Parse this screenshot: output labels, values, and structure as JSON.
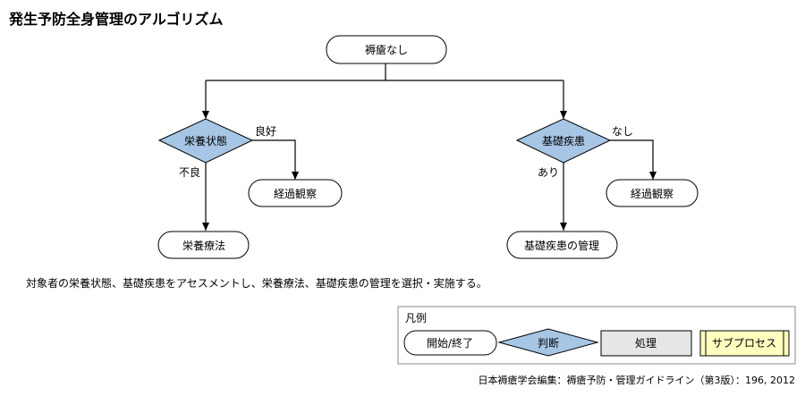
{
  "title": "発生予防全身管理のアルゴリズム",
  "nodes": {
    "start": "褥瘡なし",
    "nutrition": "栄養状態",
    "disease": "基礎疾患",
    "observe_1": "経過観察",
    "observe_2": "経過観察",
    "nutrition_therapy": "栄養療法",
    "disease_management": "基礎疾患の管理"
  },
  "edges": {
    "good": "良好",
    "poor": "不良",
    "none": "なし",
    "present": "あり"
  },
  "description": "対象者の栄養状態、基礎疾患をアセスメントし、栄養療法、基礎疾患の管理を選択・実施する。",
  "legend": {
    "title": "凡例",
    "start_end": "開始/終了",
    "decision": "判断",
    "process": "処理",
    "subprocess": "サブプロセス"
  },
  "source": "日本褥瘡学会編集：褥瘡予防・管理ガイドライン（第3版）：196, 2012",
  "colors": {
    "decision_fill": "#a7c6e6",
    "process_fill": "#e6e6e6",
    "subprocess_fill": "#ffffc0"
  }
}
